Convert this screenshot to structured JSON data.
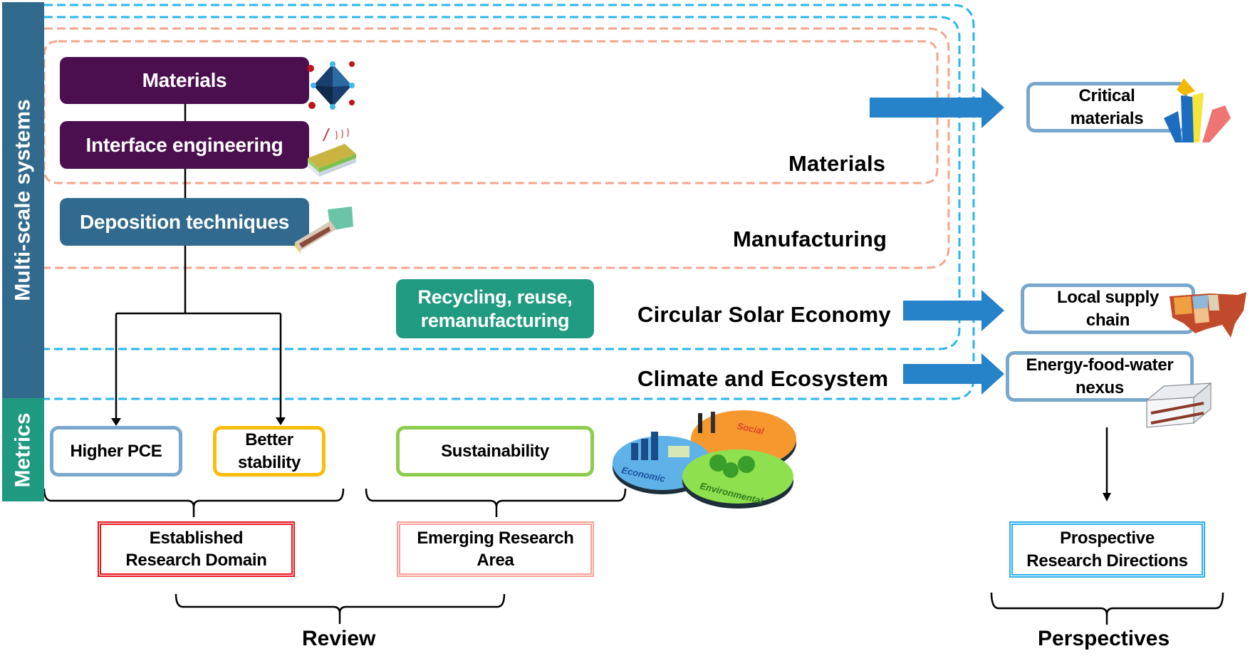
{
  "sidebar": {
    "multiscale_label": "Multi-scale systems",
    "metrics_label": "Metrics"
  },
  "colors": {
    "multiscale_bar": "#326a8e",
    "metrics_bar": "#1f9a80",
    "purple_box": "#4b0f4f",
    "deposition_box": "#316a8e",
    "recycling_box": "#219a82",
    "dash_blue": "#2ab6ee",
    "dash_orange": "#f4a58d",
    "arrow_blue": "#2683c9"
  },
  "multiscale": {
    "materials_box": "Materials",
    "interface_box": "Interface engineering",
    "deposition_box": "Deposition techniques",
    "recycling_box_line1": "Recycling, reuse,",
    "recycling_box_line2": "remanufacturing"
  },
  "layers": {
    "materials": "Materials",
    "manufacturing": "Manufacturing",
    "circular": "Circular Solar Economy",
    "climate": "Climate and Ecosystem"
  },
  "perspectives_boxes": {
    "critical_line1": "Critical",
    "critical_line2": "materials",
    "local_line1": "Local supply",
    "local_line2": "chain",
    "nexus_line1": "Energy-food-water",
    "nexus_line2": "nexus"
  },
  "metrics": {
    "higher_pce": "Higher PCE",
    "stability_line1": "Better",
    "stability_line2": "stability",
    "sustainability": "Sustainability"
  },
  "venn": {
    "social": "Social",
    "economic": "Economic",
    "environmental": "Environmental"
  },
  "categories": {
    "established_line1": "Established",
    "established_line2": "Research Domain",
    "emerging_line1": "Emerging Research",
    "emerging_line2": "Area",
    "prospective_line1": "Prospective",
    "prospective_line2": "Research Directions"
  },
  "sections": {
    "review": "Review",
    "perspectives": "Perspectives"
  }
}
